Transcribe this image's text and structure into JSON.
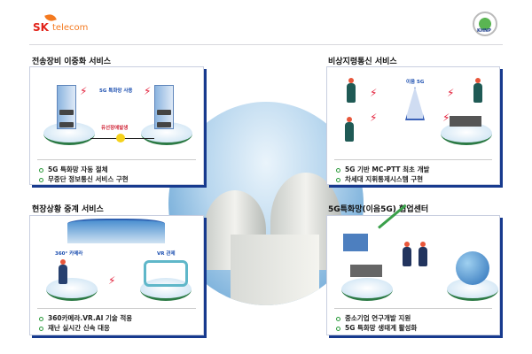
{
  "header": {
    "brand_sk": "SK",
    "brand_telecom": "telecom",
    "seal_text": "KHNP"
  },
  "panels": [
    {
      "title": "전송장비 이중화 서비스",
      "labels": {
        "link": "5G 특화망 사용",
        "fault": "유선장애발생"
      },
      "bullets": [
        "5G 특화망 자동 절체",
        "무중단 정보통신 서비스 구현"
      ]
    },
    {
      "title": "비상지령통신 서비스",
      "labels": {
        "tower": "이음 5G"
      },
      "bullets": [
        "5G 기반 MC-PTT 최초 개발",
        "차세대 지휘통제시스템 구현"
      ]
    },
    {
      "title": "현장상황 중계 서비스",
      "labels": {
        "camera": "360° 카메라",
        "vr": "VR 관제"
      },
      "bullets": [
        "360카메라.VR.AI 기술 적용",
        "재난 실시간 신속 대응"
      ]
    },
    {
      "title": "5G특화망(이음5G) 협업센터",
      "bullets": [
        "중소기업 연구개발 지원",
        "5G 특화망 생태계 활성화"
      ]
    }
  ],
  "colors": {
    "accent_blue": "#173a8e",
    "bullet_green": "#2a9a3a",
    "sk_red": "#e2231a",
    "sk_orange": "#f47a20"
  }
}
